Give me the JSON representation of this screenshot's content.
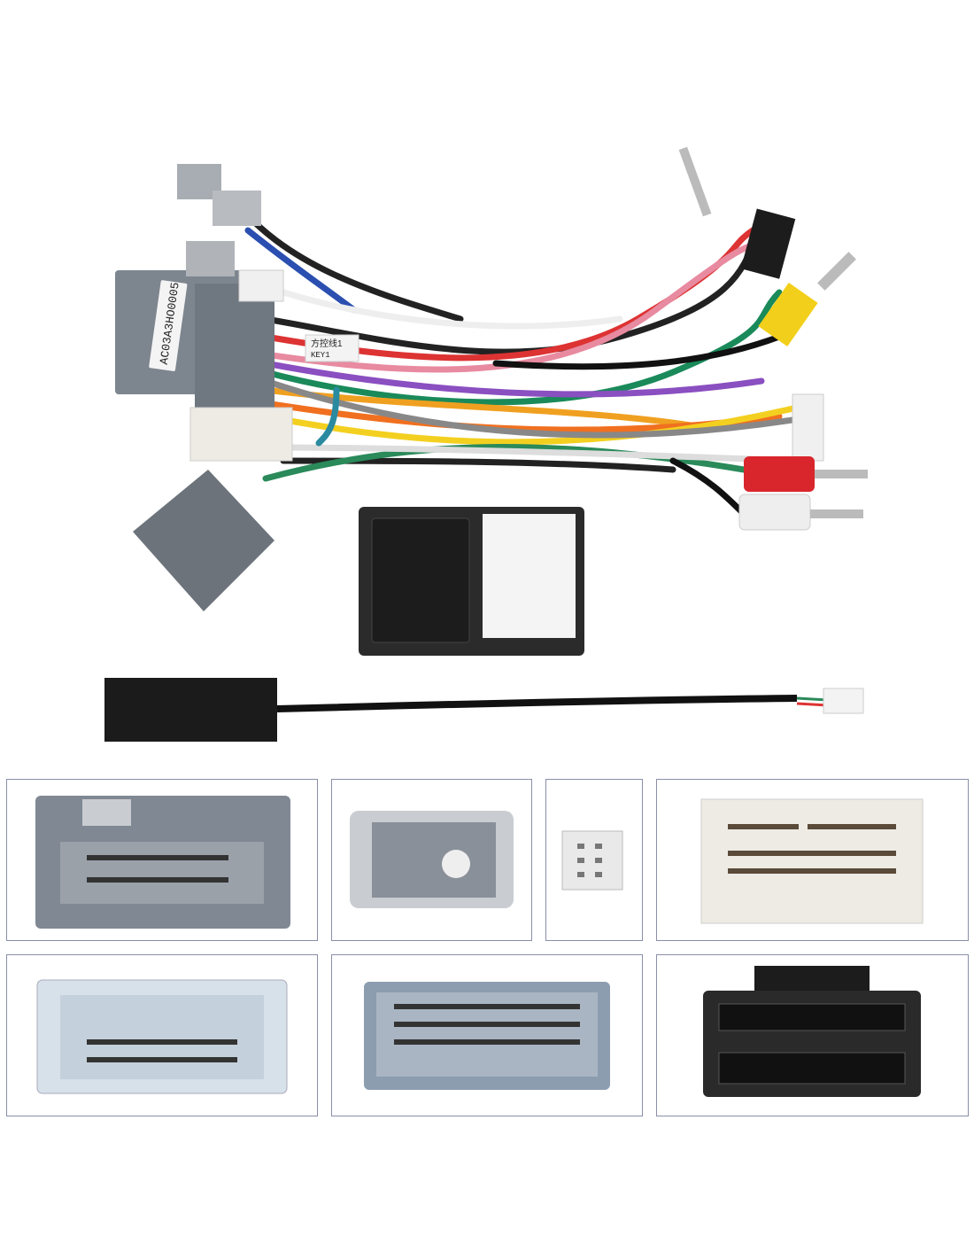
{
  "product": {
    "connector_label": "AC03A3HO0005",
    "wire_tag_cn": "方控线1",
    "wire_tag_en": "KEY1"
  },
  "colors": {
    "connector_grey": "#7d858f",
    "light_grey": "#c9ccd0",
    "white_plug": "#eeebe4",
    "rca_yellow": "#f2cf1a",
    "rca_red": "#d8262c",
    "panel_border": "#8a8fa8",
    "box_black": "#2b2b2b"
  },
  "detail_panels": [
    {
      "name": "grey-main-connector"
    },
    {
      "name": "grey-small-connector"
    },
    {
      "name": "white-mini-plug"
    },
    {
      "name": "white-large-connector"
    },
    {
      "name": "light-blue-connector"
    },
    {
      "name": "blue-grey-connector"
    },
    {
      "name": "black-16pin-connector"
    }
  ]
}
